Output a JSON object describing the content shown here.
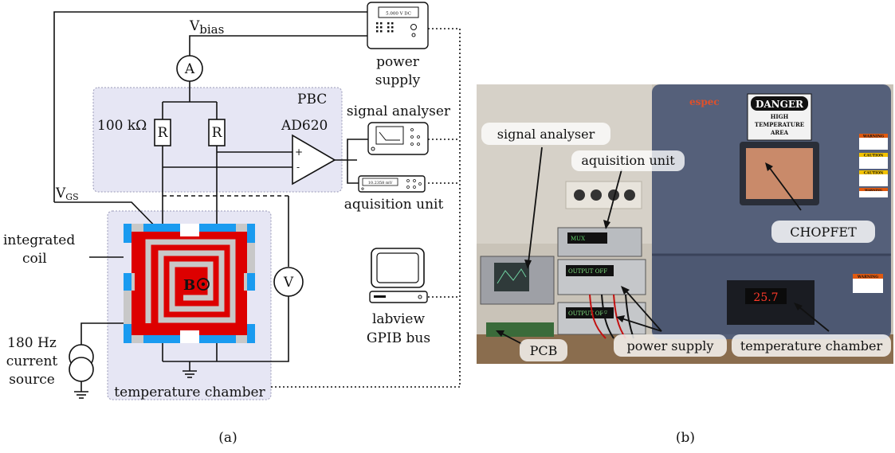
{
  "panel_a": {
    "caption": "(a)",
    "vbias_main": "V",
    "vbias_sub": "bias",
    "vgs_main": "V",
    "vgs_sub": "GS",
    "ammeter": "A",
    "voltmeter": "V",
    "pbc": "PBC",
    "resistor_value": "100 kΩ",
    "resistor_left": "R",
    "resistor_right": "R",
    "amp_label": "AD620",
    "amp_plus": "+",
    "amp_minus": "-",
    "power_supply_line1": "power",
    "power_supply_line2": "supply",
    "power_supply_display": "5.000 V DC",
    "signal_analyser": "signal analyser",
    "aquisition_unit": "aquisition unit",
    "aquisition_display": "10.2358 mV",
    "labview_line1": "labview",
    "labview_line2": "GPIB bus",
    "integrated_coil_line1": "integrated",
    "integrated_coil_line2": "coil",
    "current_source_line1": "180 Hz",
    "current_source_line2": "current",
    "current_source_line3": "source",
    "temperature_chamber": "temperature chamber",
    "field_label": "B"
  },
  "panel_b": {
    "caption": "(b)",
    "signal_analyser": "signal analyser",
    "aquisition_unit": "aquisition unit",
    "chopfet": "CHOPFET",
    "pcb": "PCB",
    "power_supply": "power supply",
    "temperature_chamber": "temperature chamber",
    "brand": "espec",
    "danger_title": "DANGER",
    "danger_line1": "HIGH",
    "danger_line2": "TEMPERATURE",
    "danger_line3": "AREA",
    "chamber_display": "25.7",
    "ps_display_1": "OUTPUT OFF",
    "ps_display_2": "OUTPUT OFF",
    "acq_display": "MUX",
    "warning_1": "WARNING",
    "caution_1": "CAUTION",
    "caution_2": "CAUTION",
    "warning_2": "WARNING",
    "warning_3": "WARNING"
  },
  "colors": {
    "pbc_fill": "#e6e6f4",
    "chamber_fill": "#e6e6f4",
    "device_red": "#dd0000",
    "contact_blue": "#1a9bf0",
    "coil_grey": "#c8c8c8",
    "chamber_body": "#55607a"
  }
}
